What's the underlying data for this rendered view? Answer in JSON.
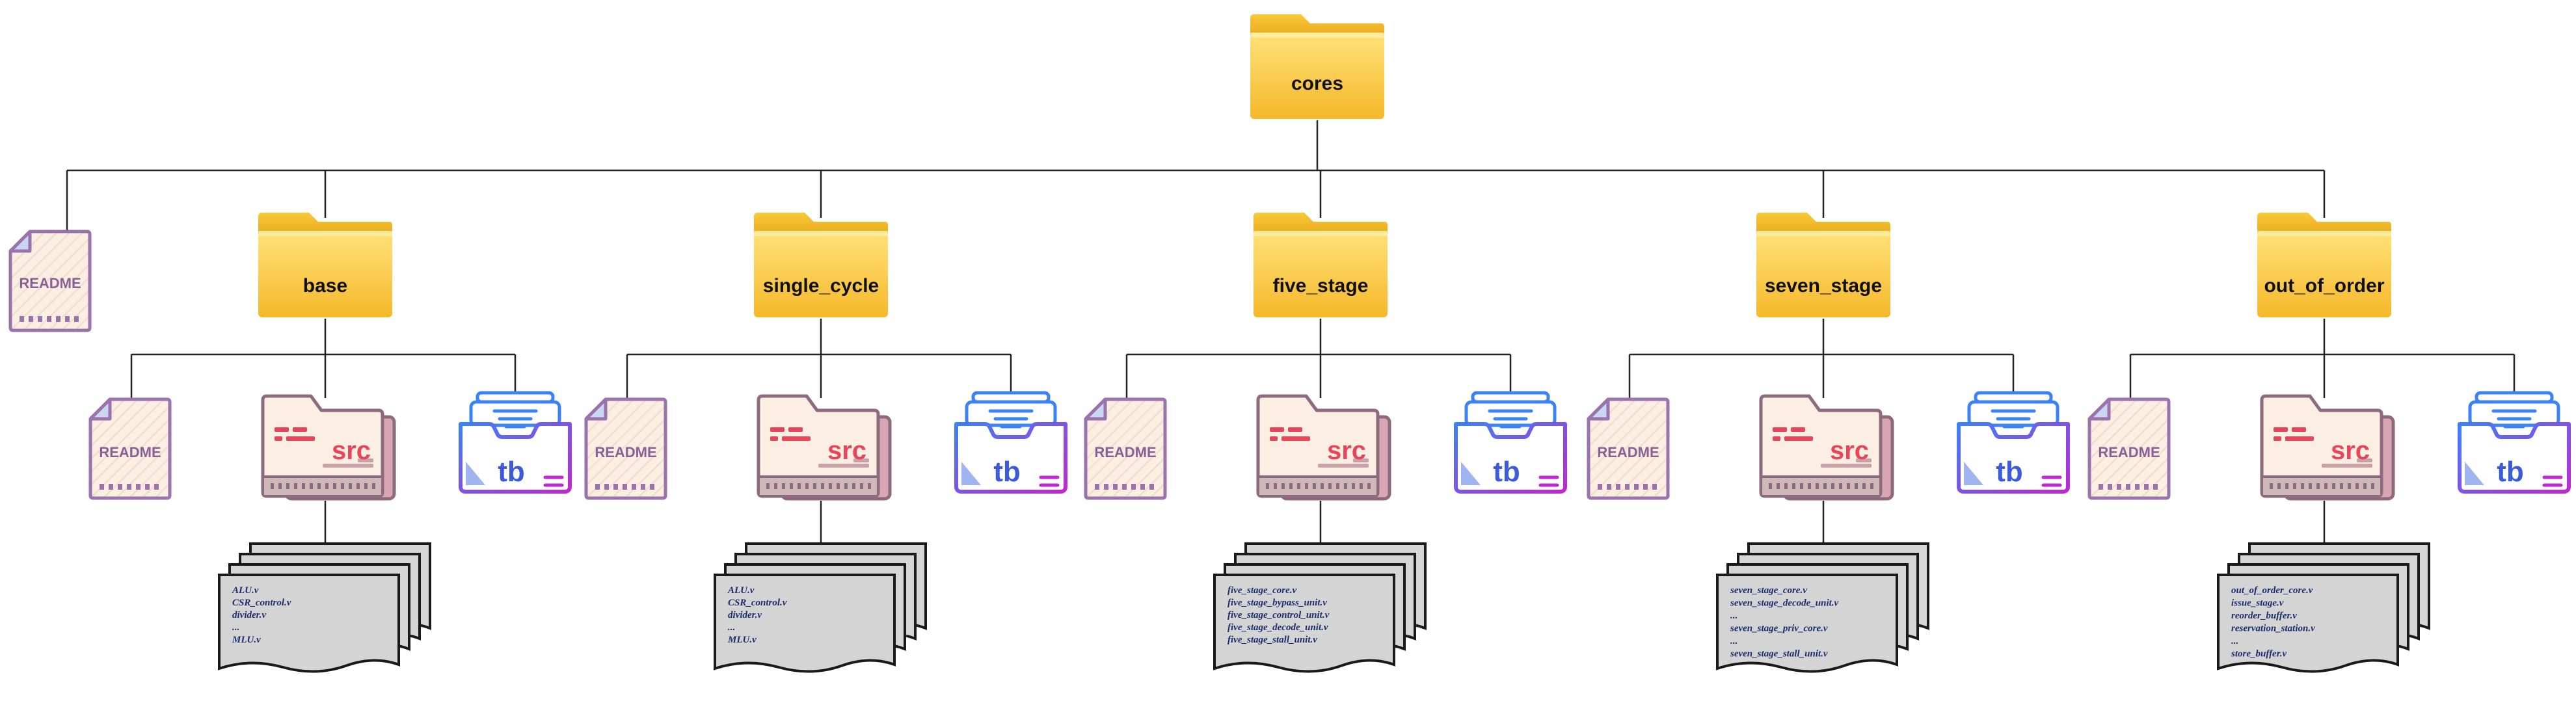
{
  "root": {
    "label": "cores"
  },
  "root_readme": {
    "label": "README"
  },
  "readme_label": "README",
  "src_label": "src",
  "tb_label": "tb",
  "branches": [
    {
      "label": "base",
      "files": [
        "ALU.v",
        "CSR_control.v",
        "divider.v",
        "...",
        "MLU.v"
      ]
    },
    {
      "label": "single_cycle",
      "files": [
        "ALU.v",
        "CSR_control.v",
        "divider.v",
        "...",
        "MLU.v"
      ]
    },
    {
      "label": "five_stage",
      "files": [
        "five_stage_core.v",
        "five_stage_bypass_unit.v",
        "five_stage_control_unit.v",
        "five_stage_decode_unit.v",
        "five_stage_stall_unit.v"
      ]
    },
    {
      "label": "seven_stage",
      "files": [
        "seven_stage_core.v",
        "seven_stage_decode_unit.v",
        "...",
        "seven_stage_priv_core.v",
        "...",
        "seven_stage_stall_unit.v"
      ]
    },
    {
      "label": "out_of_order",
      "files": [
        "out_of_order_core.v",
        "issue_stage.v",
        "reorder_buffer.v",
        "reservation_station.v",
        "...",
        "store_buffer.v"
      ]
    }
  ]
}
